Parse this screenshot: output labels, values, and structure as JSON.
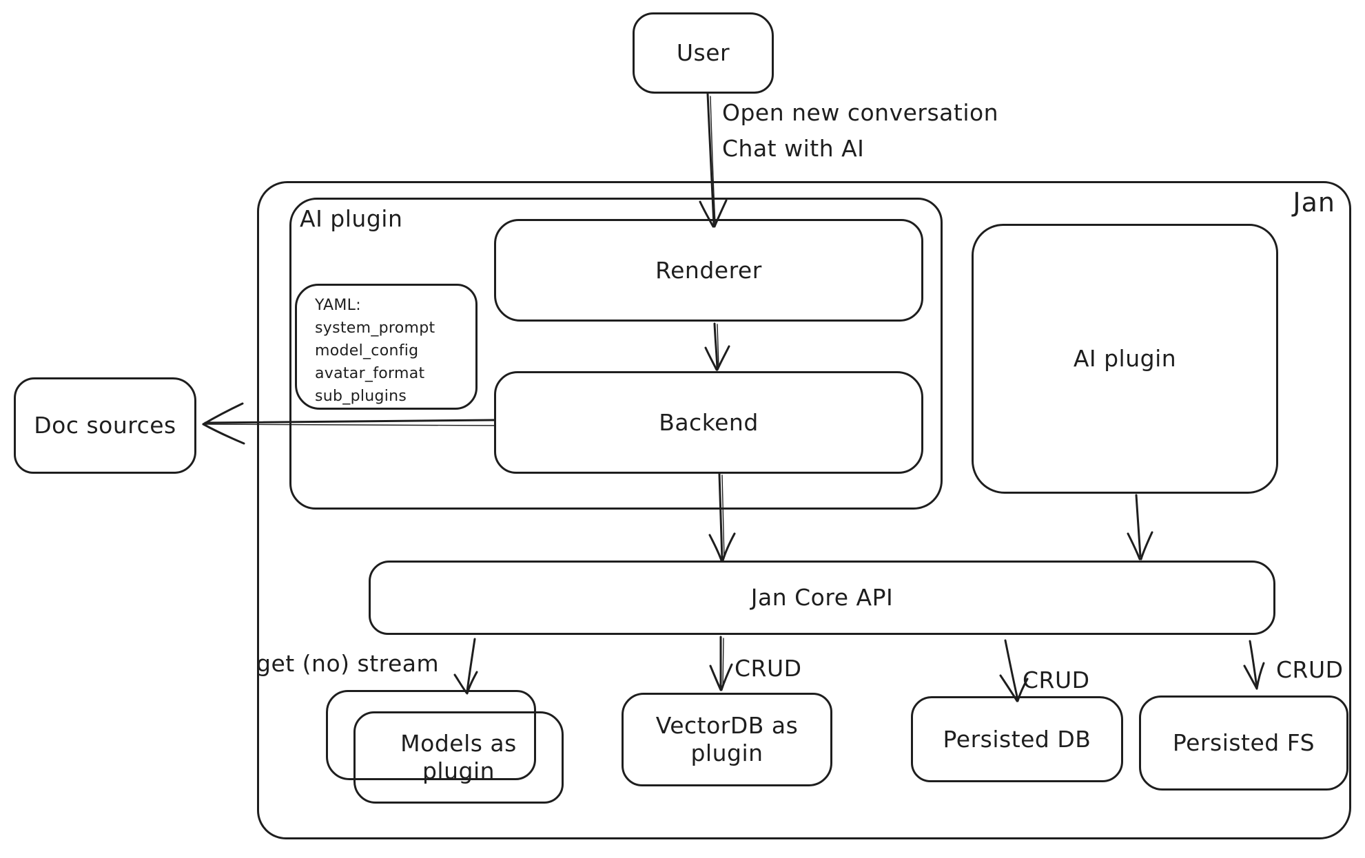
{
  "page": {
    "background_color": "#ffffff",
    "ink_color": "#1e1e1e"
  },
  "nodes": {
    "user": {
      "label": "User"
    },
    "jan": {
      "label": "Jan"
    },
    "ai_plugin_left": {
      "label": "AI plugin"
    },
    "renderer": {
      "label": "Renderer"
    },
    "yaml_note": {
      "title": "YAML:",
      "lines": [
        "system_prompt",
        "model_config",
        "avatar_format",
        "sub_plugins"
      ]
    },
    "backend": {
      "label": "Backend"
    },
    "ai_plugin_right": {
      "label": "AI plugin"
    },
    "doc_sources": {
      "label": "Doc sources"
    },
    "jan_core_api": {
      "label": "Jan Core API"
    },
    "models_as_plugin": {
      "label": "Models as plugin"
    },
    "vectordb_as_plugin": {
      "label": "VectorDB as plugin"
    },
    "persisted_db": {
      "label": "Persisted DB"
    },
    "persisted_fs": {
      "label": "Persisted FS"
    }
  },
  "edges": {
    "user_to_renderer": {
      "label_line1": "Open new conversation",
      "label_line2": "Chat with AI"
    },
    "core_to_models": {
      "label": "get (no) stream"
    },
    "core_to_vectordb": {
      "label": "CRUD"
    },
    "core_to_persisted_db": {
      "label": "CRUD"
    },
    "core_to_persisted_fs": {
      "label": "CRUD"
    }
  }
}
